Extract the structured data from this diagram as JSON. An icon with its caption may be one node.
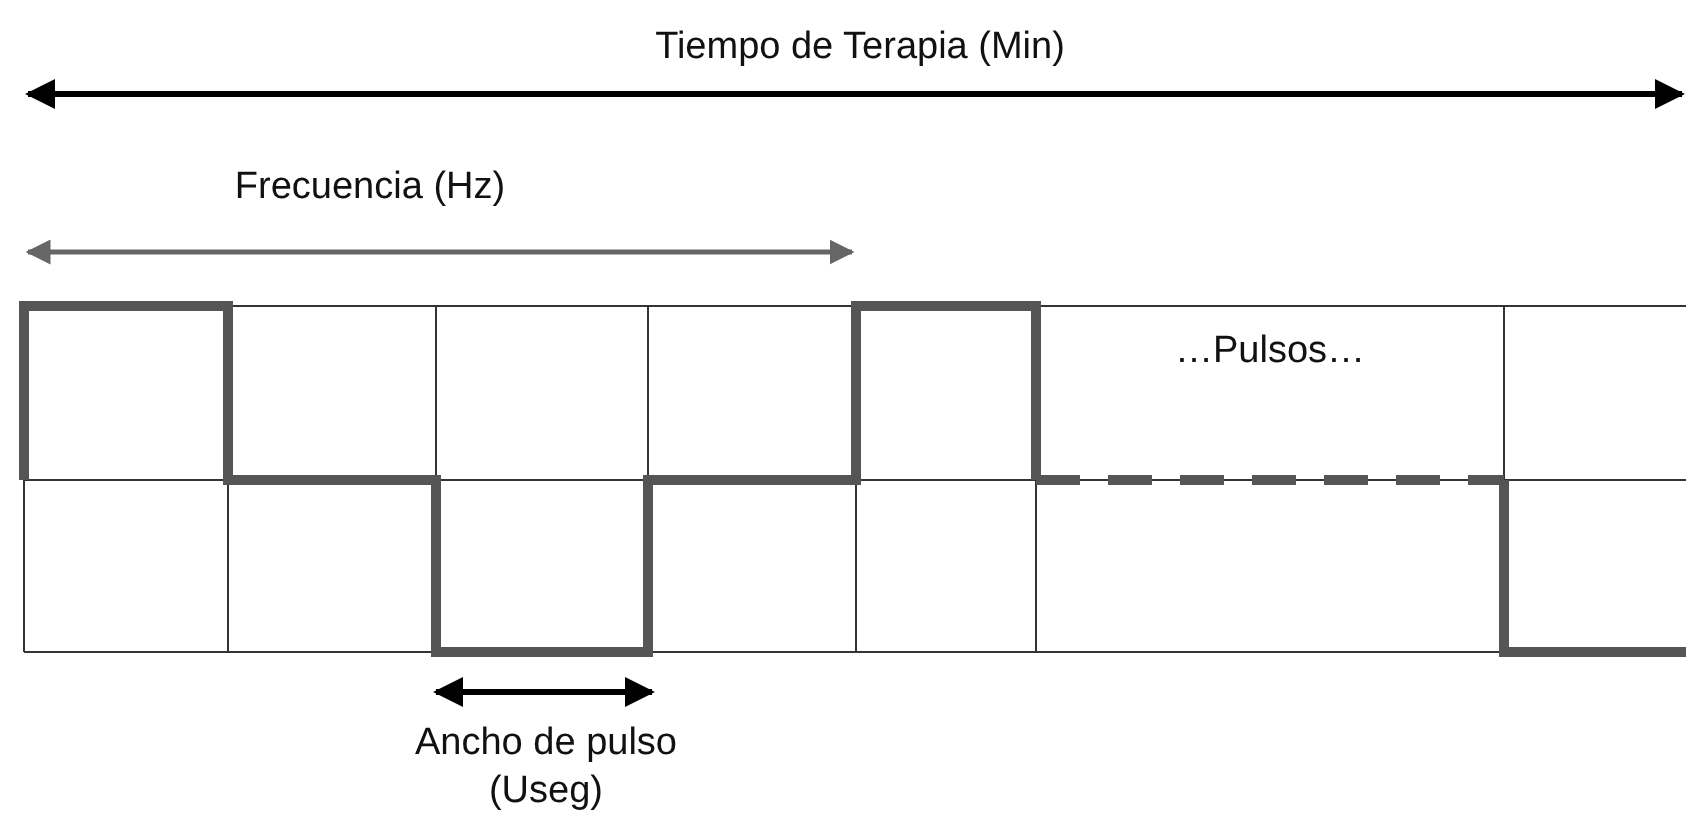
{
  "diagram": {
    "labels": [
      "Tiempo de Terapia (Min)",
      "Frecuencia (Hz)",
      "…Pulsos…",
      "Ancho de pulso (Useg)"
    ]
  }
}
